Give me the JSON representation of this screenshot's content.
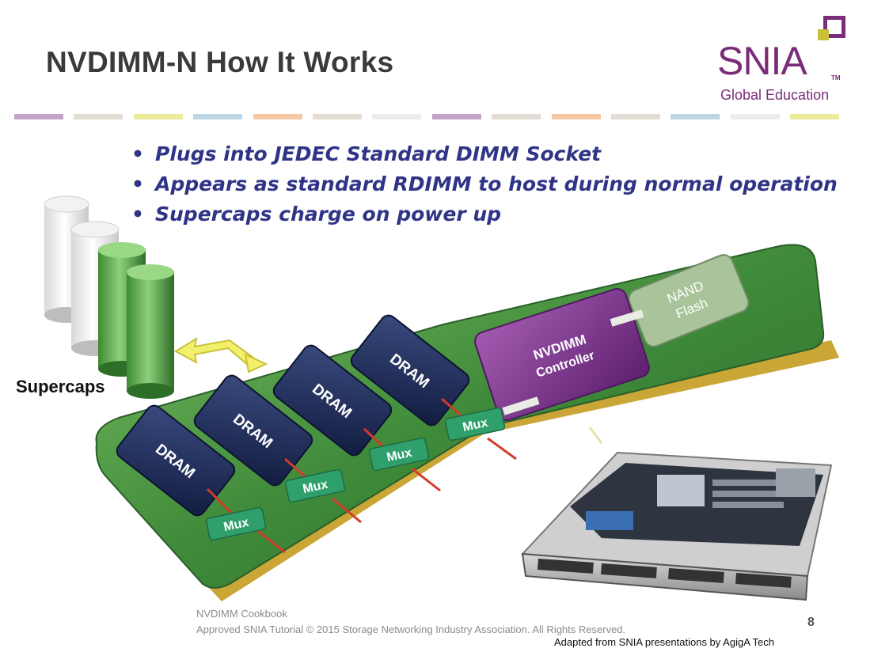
{
  "slide": {
    "title": "NVDIMM-N How It Works",
    "page_number": "8"
  },
  "logo": {
    "name": "SNIA",
    "tm": "TM",
    "subtitle": "Global Education",
    "color": "#7a2c78",
    "accent_color": "#c8c23a"
  },
  "stripe_colors": [
    "#c4a3c8",
    "#e3ddd5",
    "#eaec9a",
    "#bcd7e3",
    "#f6c9a4",
    "#e3ddd5",
    "#ececec",
    "#c4a3c8",
    "#e3ddd5",
    "#f6c9a4",
    "#e3ddd5",
    "#bcd7e3",
    "#ececec",
    "#eaec9a"
  ],
  "bullets": [
    "Plugs into JEDEC Standard DIMM Socket",
    "Appears as standard RDIMM to host during normal operation",
    "Supercaps charge on power up"
  ],
  "diagram": {
    "supercaps_label": "Supercaps",
    "dram_label": "DRAM",
    "mux_label": "Mux",
    "controller_line1": "NVDIMM",
    "controller_line2": "Controller",
    "nand_line1": "NAND",
    "nand_line2": "Flash",
    "colors": {
      "board": "#3f8a3a",
      "dram": "#1f2d5a",
      "mux": "#2fa06c",
      "controller": "#7a2c8a",
      "nand": "#8aa87a",
      "gold": "#c9a635",
      "arrow": "#d43a2a"
    }
  },
  "footer": {
    "line1": "NVDIMM Cookbook",
    "line2": "Approved SNIA Tutorial © 2015 Storage Networking Industry Association. All Rights Reserved.",
    "credit": "Adapted from SNIA presentations by AgigA Tech"
  }
}
